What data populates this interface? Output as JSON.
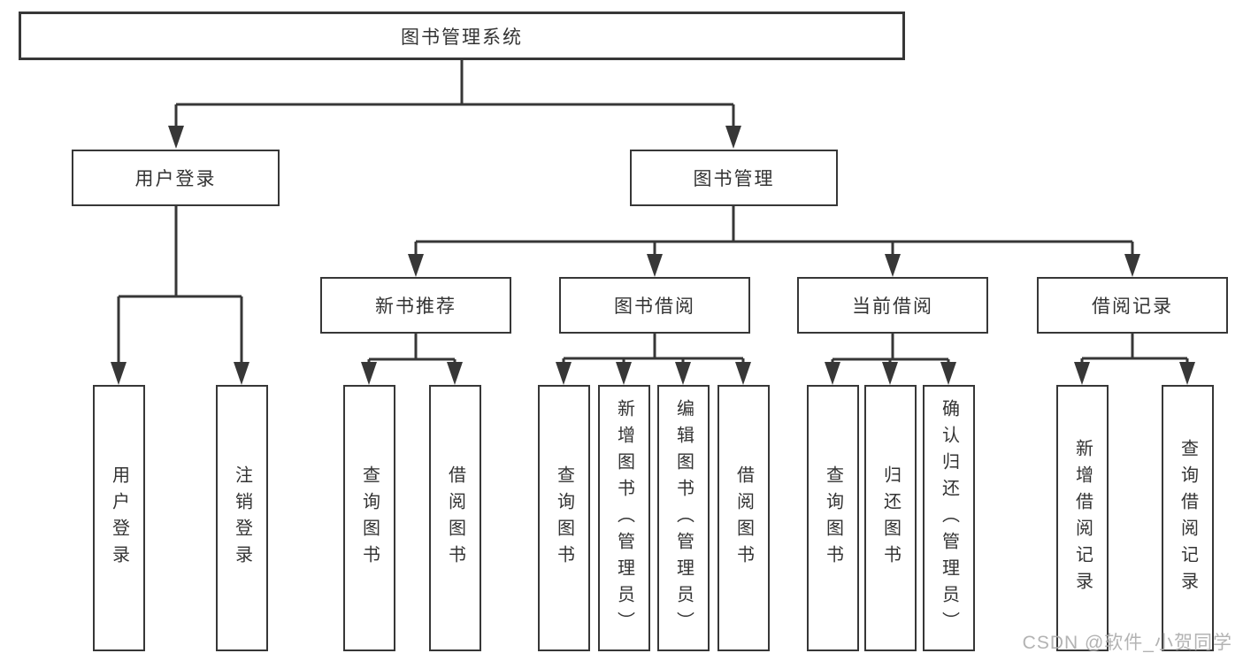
{
  "colors": {
    "line": "#373737",
    "box_border": "#373737",
    "text": "#333333",
    "background": "#ffffff",
    "watermark": "#adadad"
  },
  "tree": {
    "label": "图书管理系统",
    "children": [
      {
        "label": "用户登录",
        "children": [
          {
            "label": "用户登录"
          },
          {
            "label": "注销登录"
          }
        ]
      },
      {
        "label": "图书管理",
        "children": [
          {
            "label": "新书推荐",
            "children": [
              {
                "label": "查询图书"
              },
              {
                "label": "借阅图书"
              }
            ]
          },
          {
            "label": "图书借阅",
            "children": [
              {
                "label": "查询图书"
              },
              {
                "label": "新增图书（管理员）"
              },
              {
                "label": "编辑图书（管理员）"
              },
              {
                "label": "借阅图书"
              }
            ]
          },
          {
            "label": "当前借阅",
            "children": [
              {
                "label": "查询图书"
              },
              {
                "label": "归还图书"
              },
              {
                "label": "确认归还（管理员）"
              }
            ]
          },
          {
            "label": "借阅记录",
            "children": [
              {
                "label": "新增借阅记录"
              },
              {
                "label": "查询借阅记录"
              }
            ]
          }
        ]
      }
    ]
  },
  "watermark": {
    "text": "CSDN @软件_小贺同学"
  }
}
